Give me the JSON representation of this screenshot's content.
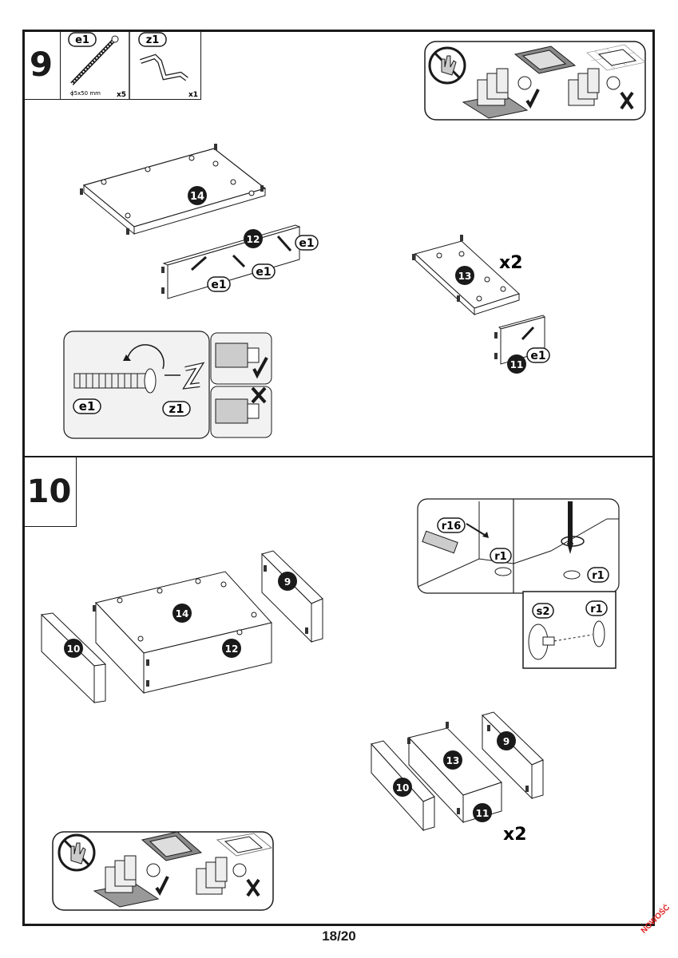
{
  "page_number": "18/20",
  "badge": "NOWOŚĆ",
  "steps": [
    {
      "number": "9"
    },
    {
      "number": "10"
    }
  ],
  "parts": [
    {
      "code": "e1",
      "dimension": "ϕ5x50 mm",
      "qty": "x5"
    },
    {
      "code": "z1",
      "qty": "x1"
    }
  ],
  "labels": {
    "panel_14": "14",
    "panel_12": "12",
    "panel_13": "13",
    "panel_11": "11",
    "panel_10": "10",
    "panel_9": "9",
    "e1": "e1",
    "z1": "z1",
    "r16": "r16",
    "r1": "r1",
    "s2": "s2",
    "x2": "x2"
  }
}
